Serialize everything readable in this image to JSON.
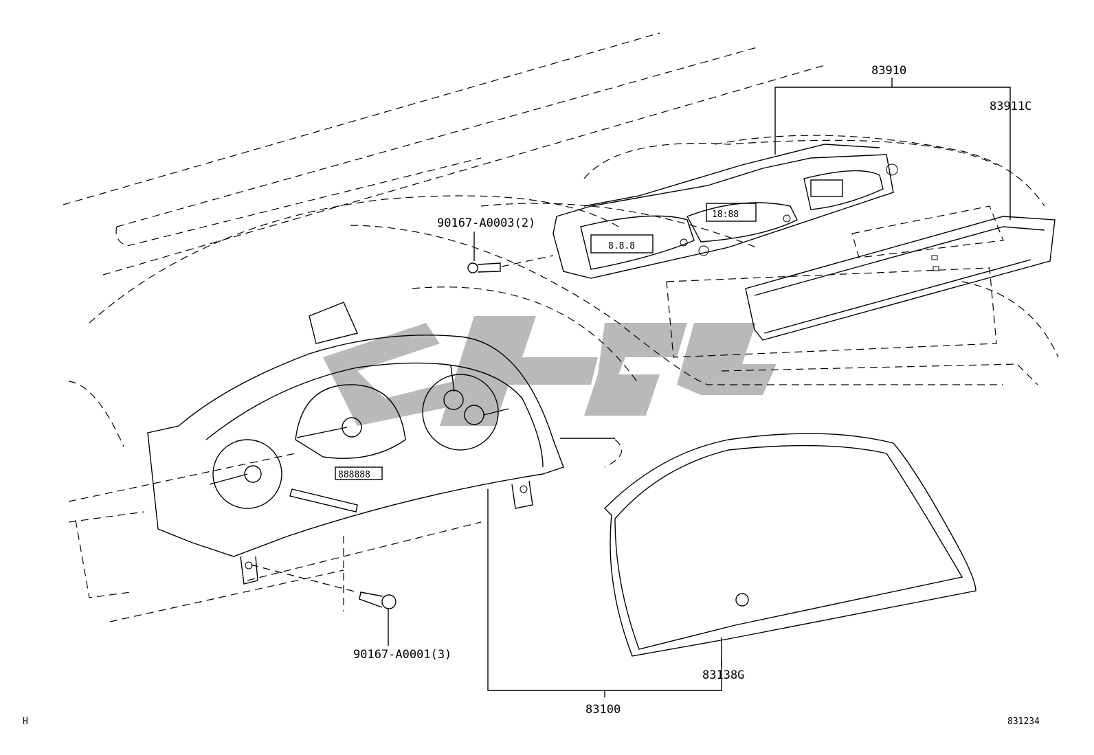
{
  "parts": {
    "p83910": "83910",
    "p83911c": "83911C",
    "bolt_upper": "90167-A0003(2)",
    "bolt_lower": "90167-A0001(3)",
    "p83138g": "83138G",
    "p83100": "83100"
  },
  "corner_letter": "H",
  "figure_number": "831234",
  "colors": {
    "lines": "#000000",
    "watermark": "#b9b9b9",
    "background": "#ffffff"
  }
}
